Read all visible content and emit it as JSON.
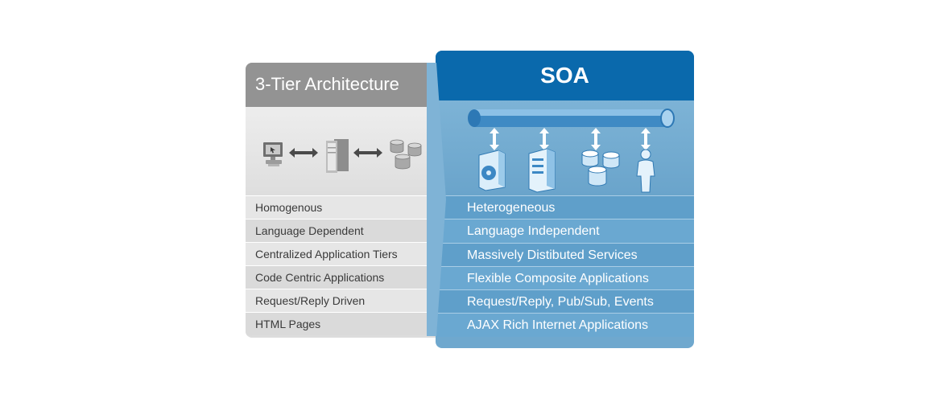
{
  "left": {
    "title": "3-Tier Architecture",
    "rows": [
      "Homogenous",
      "Language Dependent",
      "Centralized Application Tiers",
      "Code Centric Applications",
      "Request/Reply Driven",
      "HTML Pages"
    ]
  },
  "right": {
    "title": "SOA",
    "rows": [
      "Heterogeneous",
      "Language Independent",
      "Massively Distibuted Services",
      "Flexible Composite Applications",
      "Request/Reply, Pub/Sub, Events",
      "AJAX Rich Internet Applications"
    ]
  },
  "icons": {
    "left": [
      "computer-icon",
      "double-arrow-icon",
      "server-icon",
      "double-arrow-icon",
      "database-icon"
    ],
    "right": [
      "service-bus-pipe-icon",
      "media-device-icon",
      "server-icon",
      "database-icon",
      "user-icon"
    ]
  },
  "colors": {
    "left_header": "#939393",
    "left_body": "#dcdcdc",
    "right_header": "#0a69ac",
    "right_body": "#6fa8ce"
  }
}
